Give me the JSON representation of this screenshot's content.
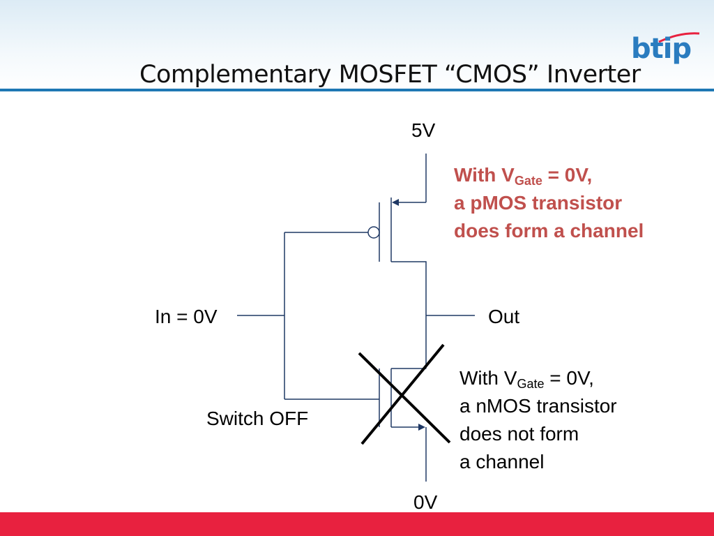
{
  "slide": {
    "title": "Complementary MOSFET “CMOS” Inverter",
    "logo_text": "btip",
    "colors": {
      "header_rule": "#1e78b4",
      "footer_bar": "#e8213f",
      "pmos_note": "#c0504d",
      "wire": "#1f3864"
    }
  },
  "circuit": {
    "vdd_label": "5V",
    "gnd_label": "0V",
    "input_label": "In = 0V",
    "output_label": "Out",
    "switch_label": "Switch OFF"
  },
  "pmos_note": {
    "line1_prefix": "With V",
    "line1_sub": "Gate",
    "line1_suffix": " = 0V,",
    "line2": "a pMOS transistor",
    "line3": "does form a channel"
  },
  "nmos_note": {
    "line1_prefix": "With V",
    "line1_sub": "Gate",
    "line1_suffix": " = 0V,",
    "line2": "a nMOS transistor",
    "line3": "does not form",
    "line4": "a channel"
  }
}
